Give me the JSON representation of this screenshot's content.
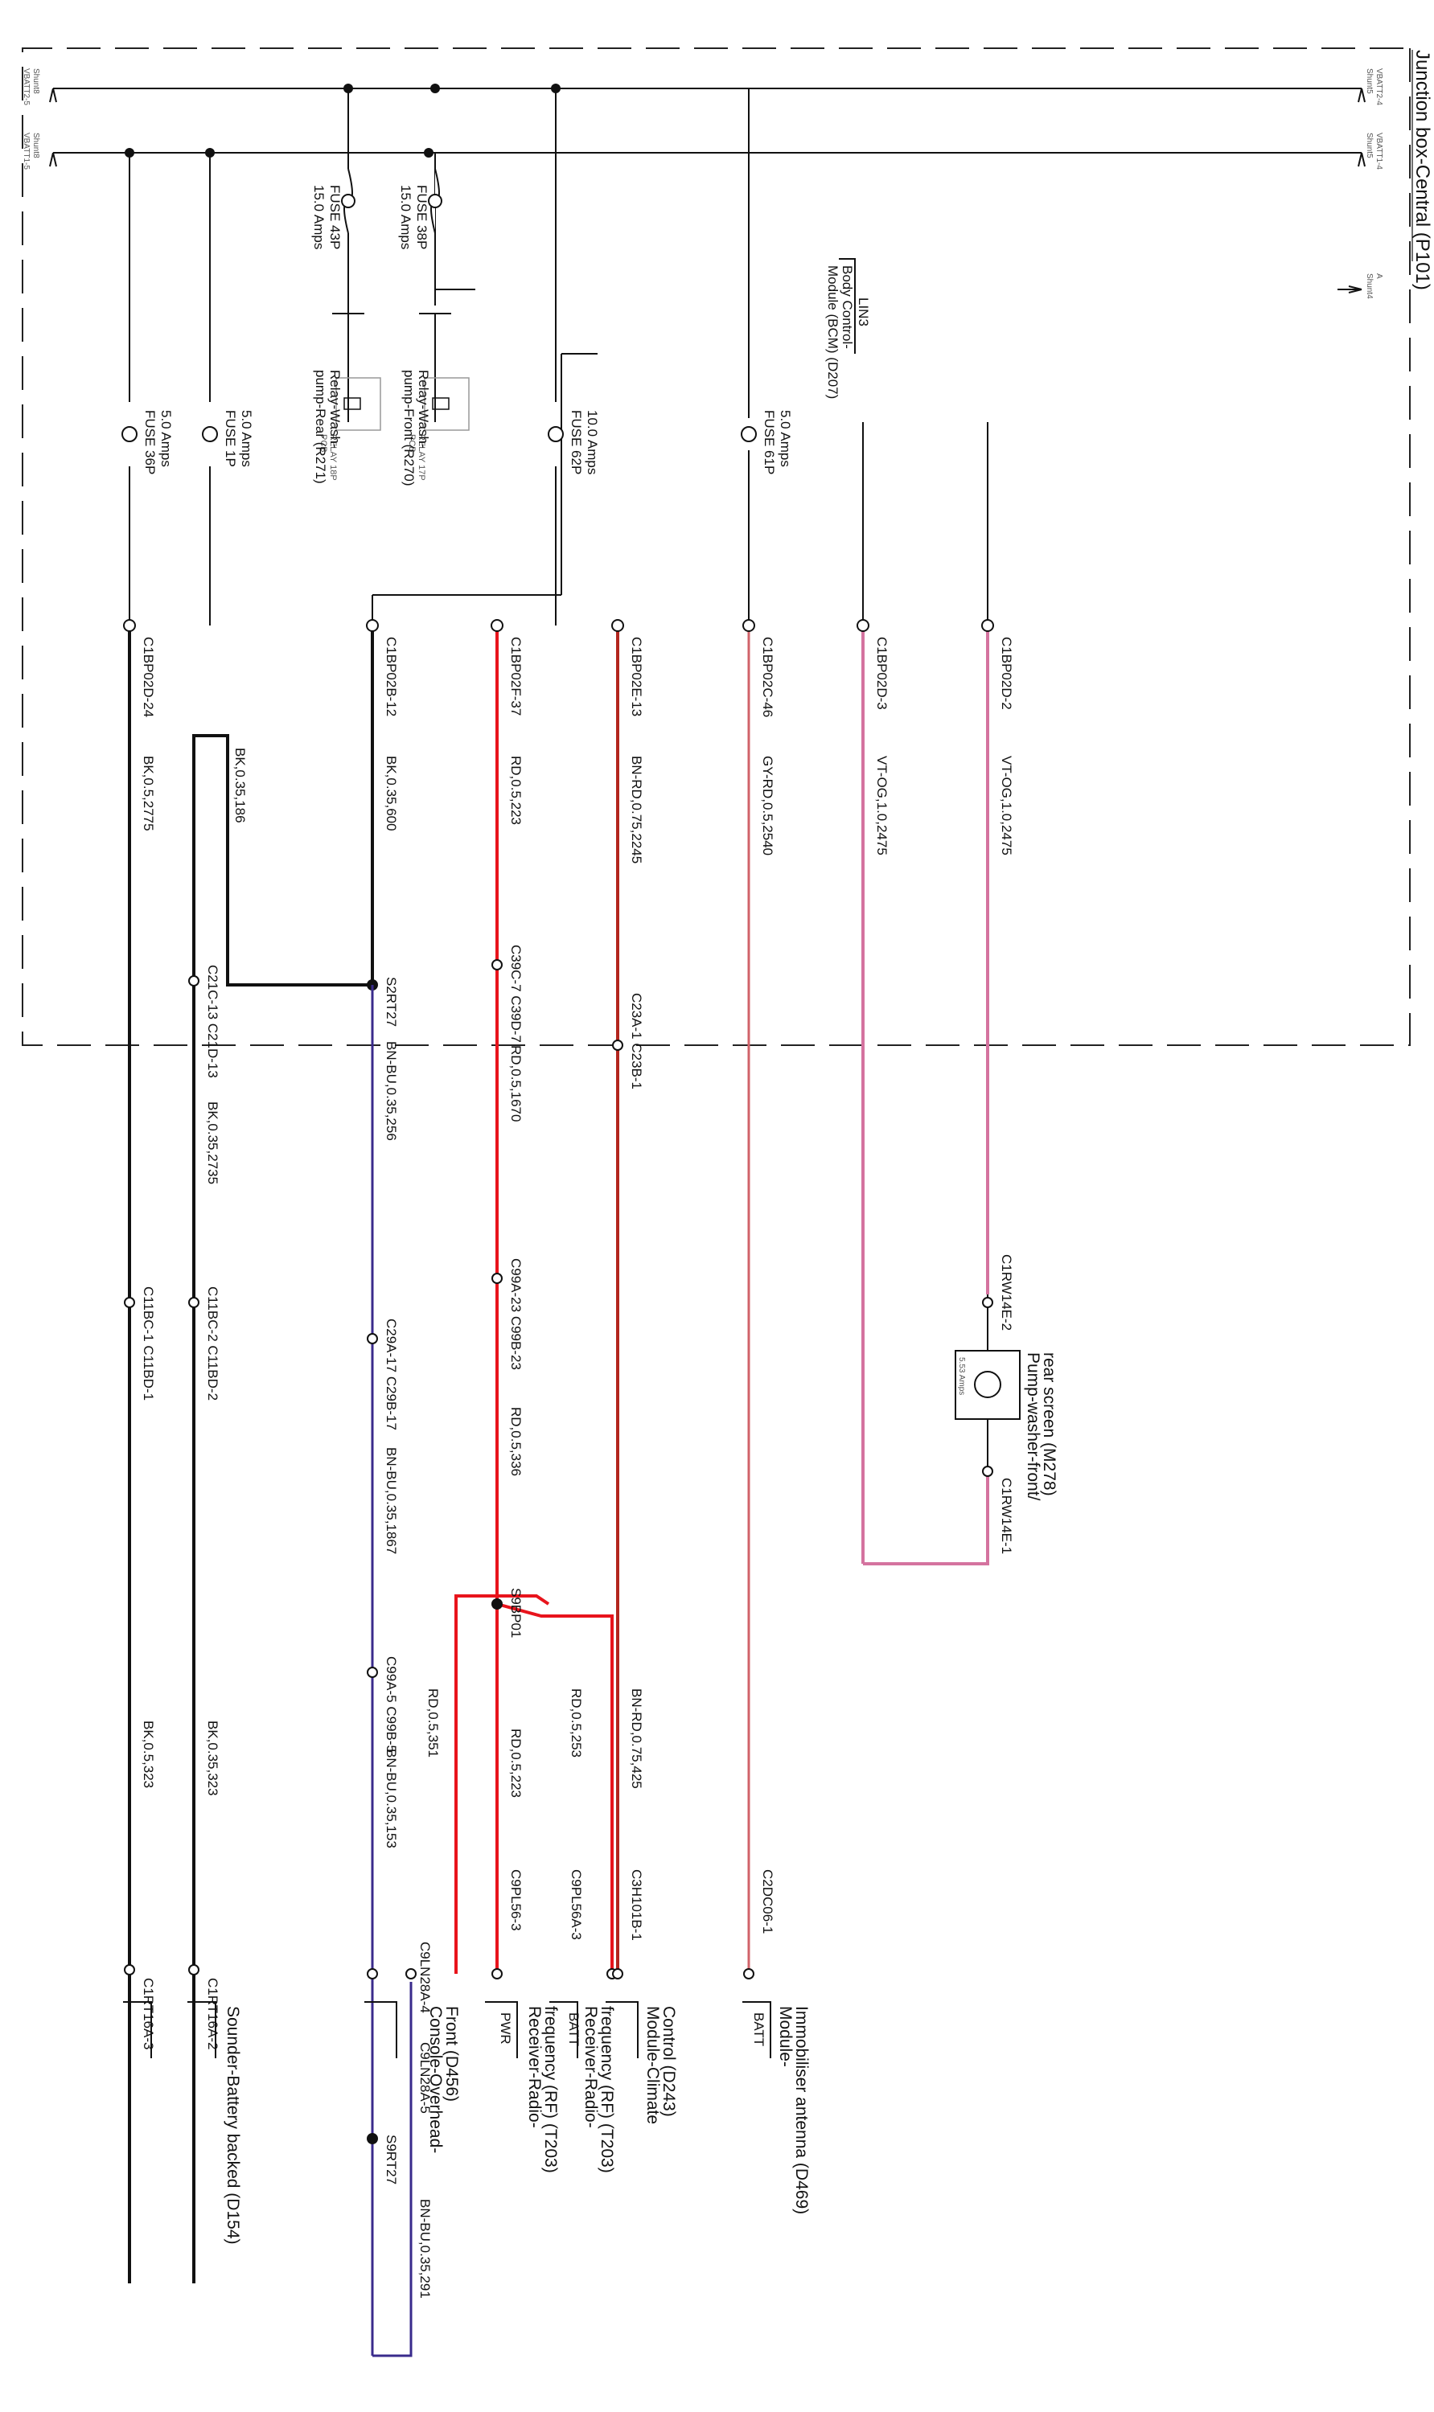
{
  "junction_box": {
    "title": "Junction box-Central (P101)",
    "feeds": {
      "vbatt2_4": "VBATT2-4",
      "shunt5": "Shunt5",
      "vbatt1_4": "VBATT1-4",
      "shunt5b": "Shunt5",
      "vbatt2_5": "VBATT2-5",
      "shunt8": "Shunt8",
      "vbatt1_5": "VBATT1-5",
      "shunt8b": "Shunt8",
      "a": "A",
      "shunt4": "Shunt4"
    },
    "fuses": {
      "f43": {
        "name": "FUSE 43P",
        "rating": "15.0 Amps"
      },
      "f38": {
        "name": "FUSE 38P",
        "rating": "15.0 Amps"
      },
      "f36": {
        "name": "FUSE 36P",
        "rating": "5.0 Amps"
      },
      "f1": {
        "name": "FUSE 1P",
        "rating": "5.0 Amps"
      },
      "f62": {
        "name": "FUSE 62P",
        "rating": "10.0 Amps"
      },
      "f61": {
        "name": "FUSE 61P",
        "rating": "5.0 Amps"
      }
    },
    "relays": {
      "rear": {
        "line1": "Relay-Wash-",
        "line2": "pump-Rear (R271)",
        "pcb1": "RELAY 18P",
        "pcb2": "PCB"
      },
      "front": {
        "line1": "Relay-Wash-",
        "line2": "pump-Front (R270)",
        "pcb1": "RELAY 17P",
        "pcb2": "PCB"
      }
    },
    "bcm": {
      "line1": "Body Control-",
      "line2": "Module (BCM) (D207)",
      "lin": "LIN3"
    }
  },
  "circuits": {
    "c1": {
      "pin": "C1BP02D-24",
      "wire": "BK,0.5,2775",
      "wire2": "BK,0.5,323",
      "inline": "C11BC-1 C11BD-1",
      "end": "C1RT16A-3"
    },
    "c2": {
      "pin": "C1BP02B-12",
      "wire": "BK,0.35,600",
      "wire_b": "BK,0.35,186",
      "splice": "S2RT27",
      "wire2": "BN-BU,0.35,256",
      "inline": "C29A-17 C29B-17",
      "wire3": "BN-BU,0.35,1867",
      "inline2": "C99A-5 C99B-5",
      "wire4": "BN-BU,0.35,153",
      "end": "C9LN28A-4",
      "end2": "C9LN28A-5",
      "splice2": "S9RT27",
      "wire5": "BN-BU,0.35,291"
    },
    "c2b": {
      "inline": "C21C-13 C21D-13",
      "wire": "BK,0.35,2735",
      "inline2": "C11BC-2 C11BD-2",
      "wire2": "BK,0.35,323",
      "end": "C1RT16A-2"
    },
    "c3": {
      "pin": "C1BP02F-37",
      "wire": "RD,0.5,223",
      "inline": "C39C-7 C39D-7",
      "wire2": "RD,0.5,1670",
      "inline2": "C99A-23 C99B-23",
      "wire3": "RD,0.5,336",
      "splice": "S9BP01",
      "wire4": "RD,0.5,223",
      "end": "C9PL56-3",
      "wire_a": "RD,0.5,351",
      "wire_b": "RD,0.5,253",
      "end_b": "C9PL56A-3"
    },
    "c4": {
      "pin": "C1BP02E-13",
      "wire": "BN-RD,0.75,2245",
      "inline": "C23A-1 C23B-1",
      "wire2": "BN-RD,0.75,425",
      "end": "C3H101B-1"
    },
    "c5": {
      "pin": "C1BP02C-46",
      "wire": "GY-RD,0.5,2540",
      "end": "C2DC06-1"
    },
    "c6": {
      "pin": "C1BP02D-3",
      "wire": "VT-OG,1.0,2475"
    },
    "c7": {
      "pin": "C1BP02D-2",
      "wire": "VT-OG,1.0,2475",
      "pin2": "C1RW14E-2",
      "pin3": "C1RW14E-1"
    }
  },
  "devices": {
    "pump": {
      "line1": "Pump-washer-front/",
      "line2": "rear screen (M278)",
      "rating": "5.53 Amps"
    },
    "sounder": {
      "label": "Sounder-Battery backed (D154)"
    },
    "console": {
      "line1": "Console-Overhead-",
      "line2": "Front (D456)"
    },
    "rf_batt": {
      "line1": "Receiver-Radio-",
      "line2": "frequency (RF) (T203)",
      "pin": "BATT"
    },
    "rf_pwr": {
      "line1": "Receiver-Radio-",
      "line2": "frequency (RF) (T203)",
      "pin": "PWR"
    },
    "climate": {
      "line1": "Module-Climate",
      "line2": "Control (D243)"
    },
    "immob": {
      "line1": "Module-",
      "line2": "Immobiliser antenna (D469)",
      "pin": "BATT"
    }
  },
  "colors": {
    "black": "#111111",
    "red": "#e8141c",
    "brown_red": "#b3261e",
    "grey_red": "#d0636a",
    "violet_orange": "#d4739f",
    "brown_blue": "#3a2b8c"
  }
}
